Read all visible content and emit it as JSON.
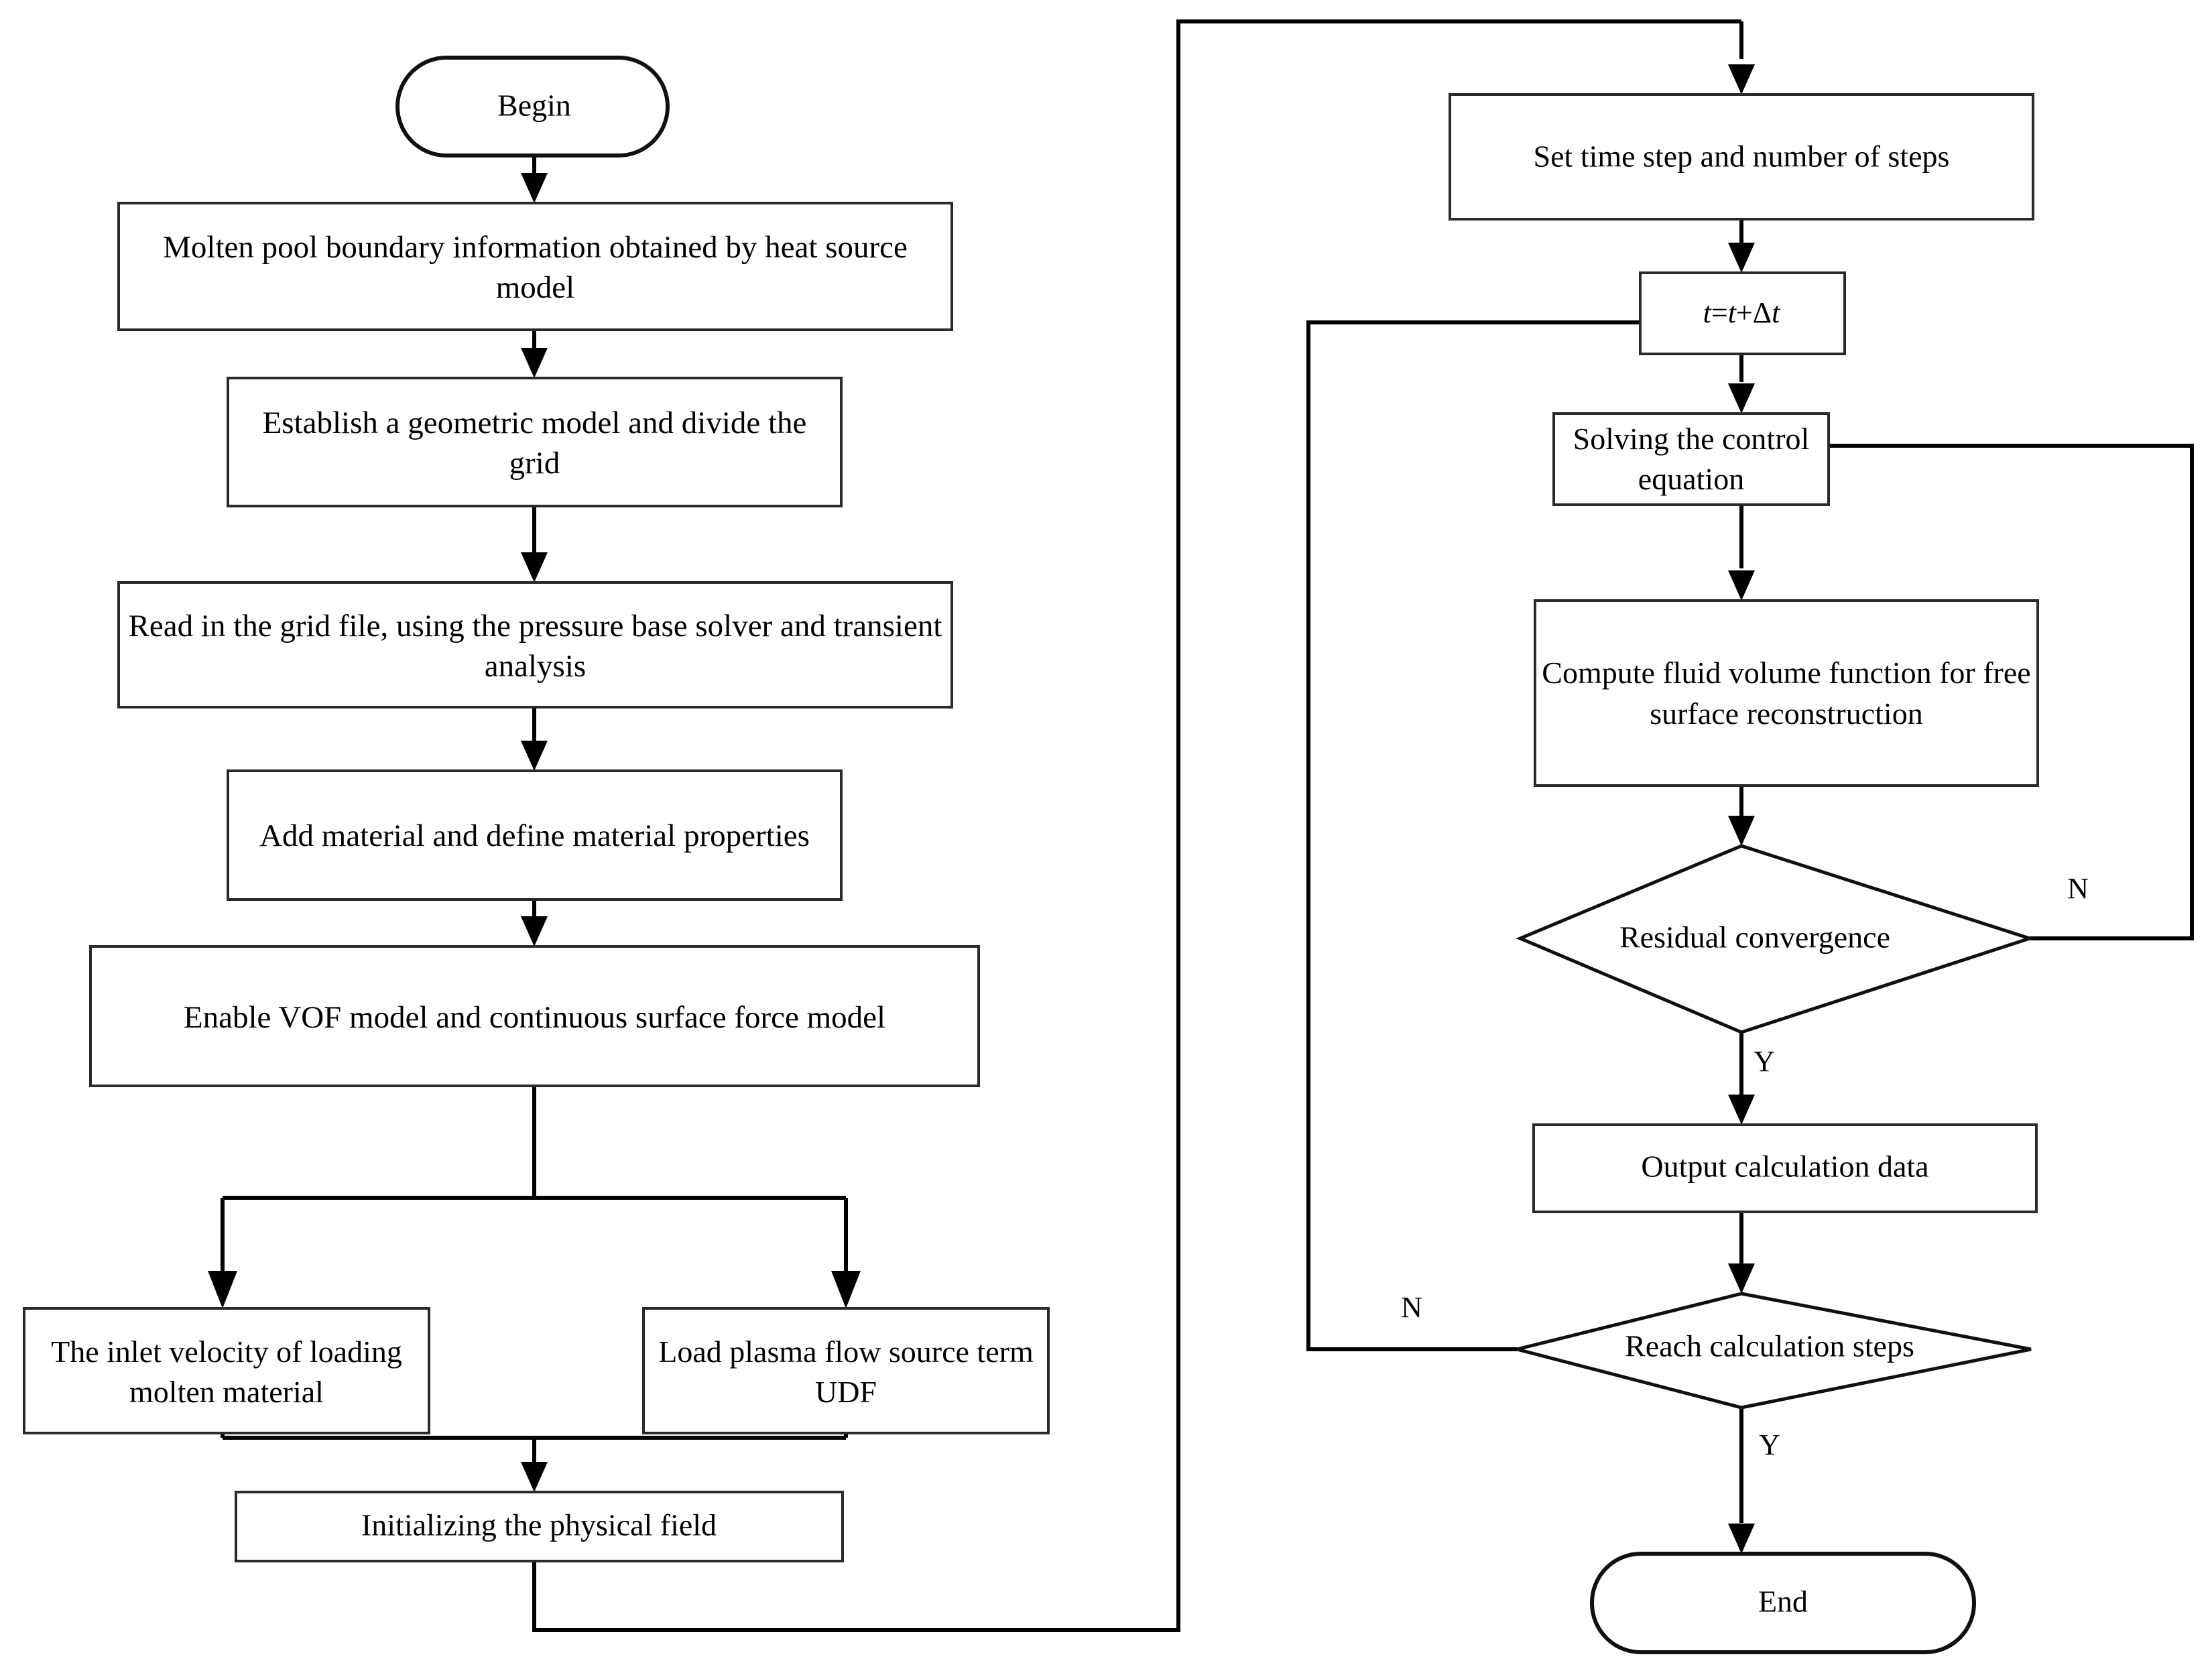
{
  "diagram": {
    "title": "CFD molten pool simulation workflow flowchart",
    "colors": {
      "background": "#ffffff",
      "stroke": "#101010",
      "box_stroke": "#2a2a2a",
      "text": "#000000"
    },
    "left_column": {
      "begin": "Begin",
      "step_molten_pool": "Molten pool boundary information obtained by heat source model",
      "step_geometric_model": "Establish a geometric model and divide the grid",
      "step_read_grid": "Read in the grid file, using the pressure base solver and transient analysis",
      "step_add_material": "Add material and define material properties",
      "step_vof_model": "Enable VOF model and continuous surface force model",
      "step_inlet_velocity": "The inlet velocity of loading molten material",
      "step_plasma_udf": "Load plasma flow source term UDF",
      "step_initialize": "Initializing the physical field"
    },
    "right_column": {
      "step_time_step": "Set time step and number of steps",
      "step_time_increment": "t=t+Δt",
      "step_time_increment_parts": {
        "var": "t",
        "equals": "=",
        "var2": "t",
        "plus": "+",
        "delta": "Δ",
        "var3": "t"
      },
      "step_solve_equation": "Solving the control equation",
      "step_compute_vof": "Compute fluid volume function for free surface reconstruction",
      "decision_residual": "Residual convergence",
      "step_output": "Output calculation data",
      "decision_reach_steps": "Reach  calculation steps",
      "end": "End"
    },
    "branch_labels": {
      "residual_no": "N",
      "residual_yes": "Y",
      "reach_no": "N",
      "reach_yes": "Y"
    }
  }
}
